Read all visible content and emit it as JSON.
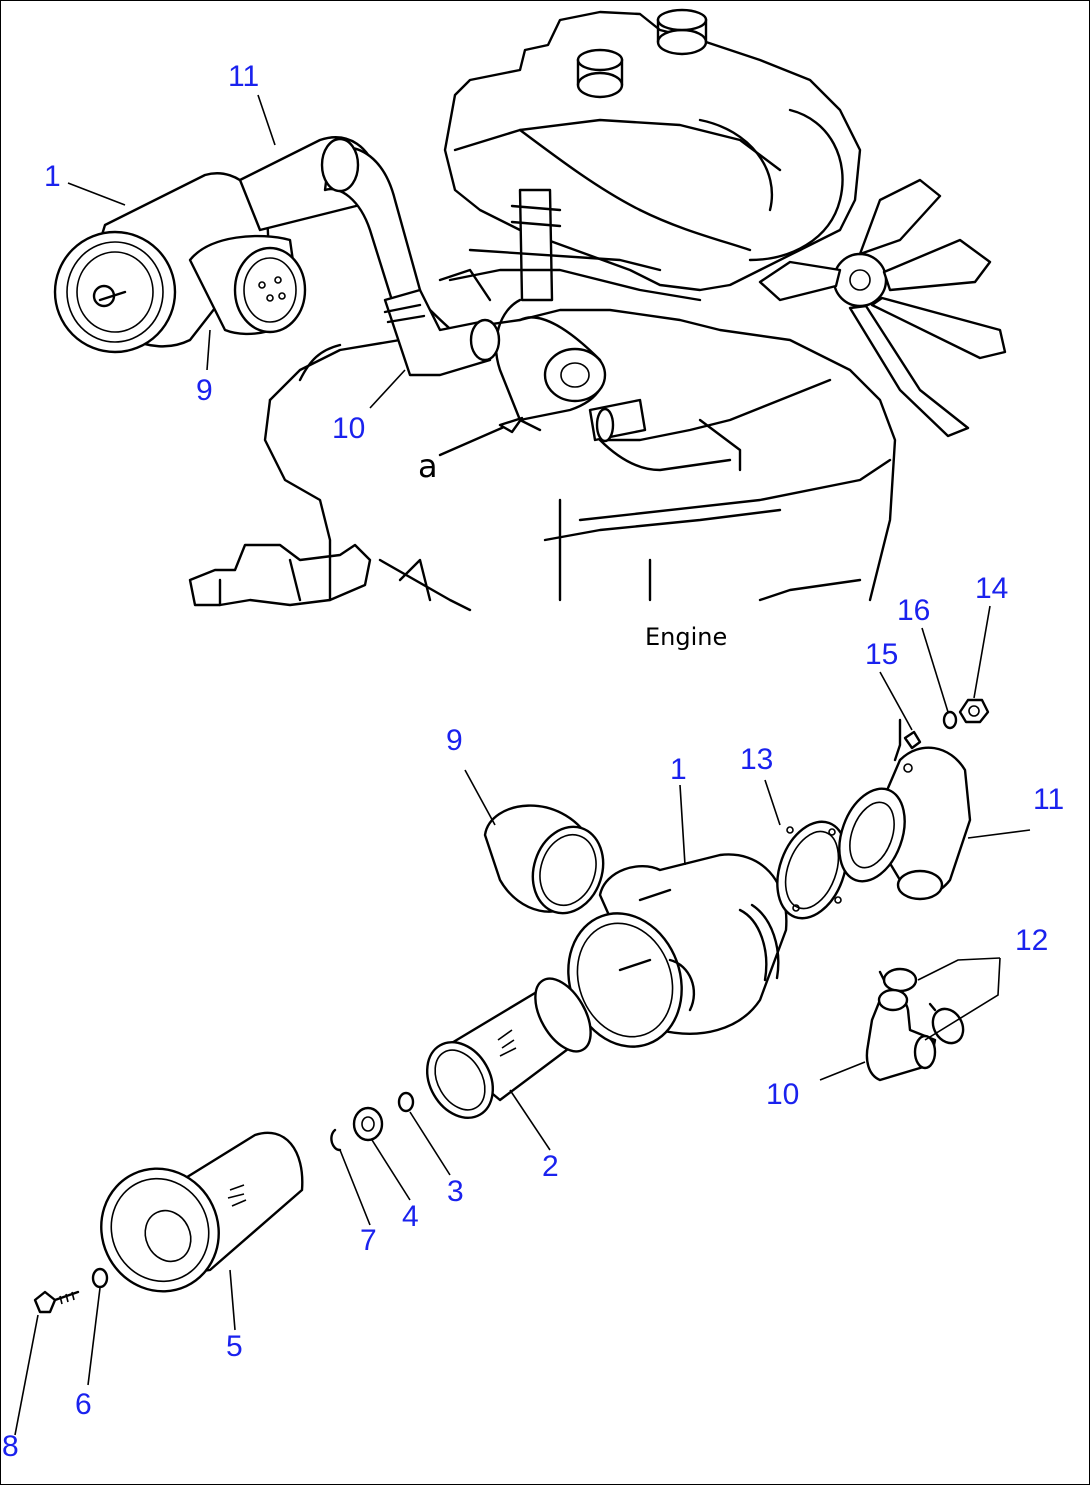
{
  "callouts": {
    "top_1": "1",
    "top_9": "9",
    "top_10": "10",
    "top_11": "11",
    "exp_1": "1",
    "exp_2": "2",
    "exp_3": "3",
    "exp_4": "4",
    "exp_5": "5",
    "exp_6": "6",
    "exp_7": "7",
    "exp_8": "8",
    "exp_9": "9",
    "exp_10": "10",
    "exp_11": "11",
    "exp_12": "12",
    "exp_13": "13",
    "exp_14": "14",
    "exp_15": "15",
    "exp_16": "16"
  },
  "labels": {
    "engine": "Engine",
    "view_mark": "a"
  },
  "colors": {
    "callout": "#1a22ee",
    "line": "#000000",
    "background": "#ffffff"
  }
}
